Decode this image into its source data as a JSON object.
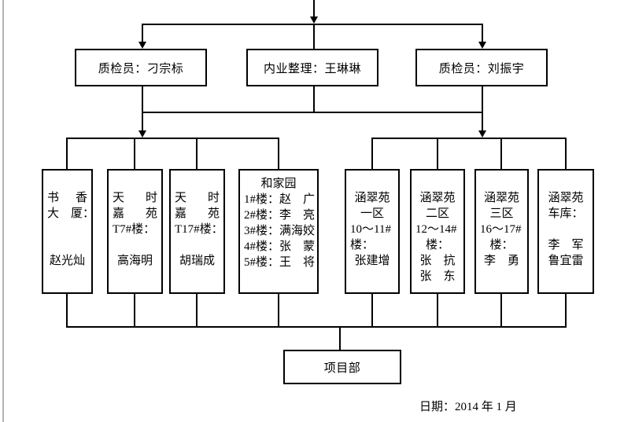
{
  "diagram": {
    "top_nodes": [
      {
        "label": "质检员：刁宗标"
      },
      {
        "label": "内业整理：王琳琳"
      },
      {
        "label": "质检员：刘振宇"
      }
    ],
    "unit_nodes": [
      {
        "lines": [
          "书　香",
          "大　厦：",
          "",
          "",
          "赵光灿"
        ]
      },
      {
        "lines": [
          "天　时",
          "嘉　苑",
          "T7#楼：",
          "",
          "高海明"
        ]
      },
      {
        "lines": [
          "天　时",
          "嘉　苑",
          "T17#楼：",
          "",
          "胡瑞成"
        ]
      },
      {
        "lines": [
          "和家园",
          "1#楼：赵　广",
          "2#楼：李　亮",
          "3#楼：满海姣",
          "4#楼：张　蒙",
          "5#楼：王　将"
        ]
      },
      {
        "lines": [
          "涵翠苑",
          "一区",
          "10～11#",
          "楼：",
          "张建增"
        ]
      },
      {
        "lines": [
          "涵翠苑",
          "二区",
          "12～14#",
          "楼：",
          "张　抗",
          "张　东"
        ]
      },
      {
        "lines": [
          "涵翠苑",
          "三区",
          "16～17#",
          "楼：",
          "李　勇"
        ]
      },
      {
        "lines": [
          "涵翠苑",
          "车库：",
          "",
          "李　军",
          "鲁宜雷"
        ]
      }
    ],
    "bottom_node": {
      "label": "项目部"
    },
    "date_label": "日期：2014 年 1 月",
    "colors": {
      "line": "#000000",
      "background": "#ffffff",
      "page_edge": "#b4b4b4"
    }
  }
}
